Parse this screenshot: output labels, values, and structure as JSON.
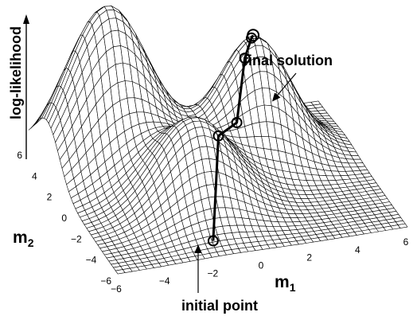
{
  "zlabel": "log-likelihood",
  "xlabel": "m",
  "xlabel_sub": "1",
  "ylabel": "m",
  "ylabel_sub": "2",
  "annotations": {
    "final": "final solution",
    "initial": "initial point"
  },
  "x_ticks": [
    -6,
    -4,
    -2,
    0,
    2,
    4,
    6
  ],
  "y_ticks": [
    -6,
    -4,
    -2,
    0,
    2,
    4,
    6
  ],
  "x_tick_text": [
    "−6",
    "−4",
    "−2",
    "0",
    "2",
    "4",
    "6"
  ],
  "y_tick_text": [
    "−6",
    "−4",
    "−2",
    "0",
    "2",
    "4",
    "6"
  ],
  "surface": {
    "range": [
      -6,
      6
    ],
    "peaks": [
      {
        "m1": -3.5,
        "m2": 3.5,
        "height": 1.0,
        "width": 1.7
      },
      {
        "m1": 2.2,
        "m2": 2.2,
        "height": 0.75,
        "width": 1.45
      },
      {
        "m1": -1.4,
        "m2": -1.4,
        "height": 0.55,
        "width": 1.6
      }
    ]
  },
  "optimization_path": [
    {
      "m1": -1.8,
      "m2": -5.2
    },
    {
      "m1": -0.6,
      "m2": -2.0
    },
    {
      "m1": 0.9,
      "m2": 0.4
    },
    {
      "m1": 1.6,
      "m2": 1.6
    },
    {
      "m1": 2.0,
      "m2": 2.0
    },
    {
      "m1": 2.1,
      "m2": 2.1
    }
  ]
}
